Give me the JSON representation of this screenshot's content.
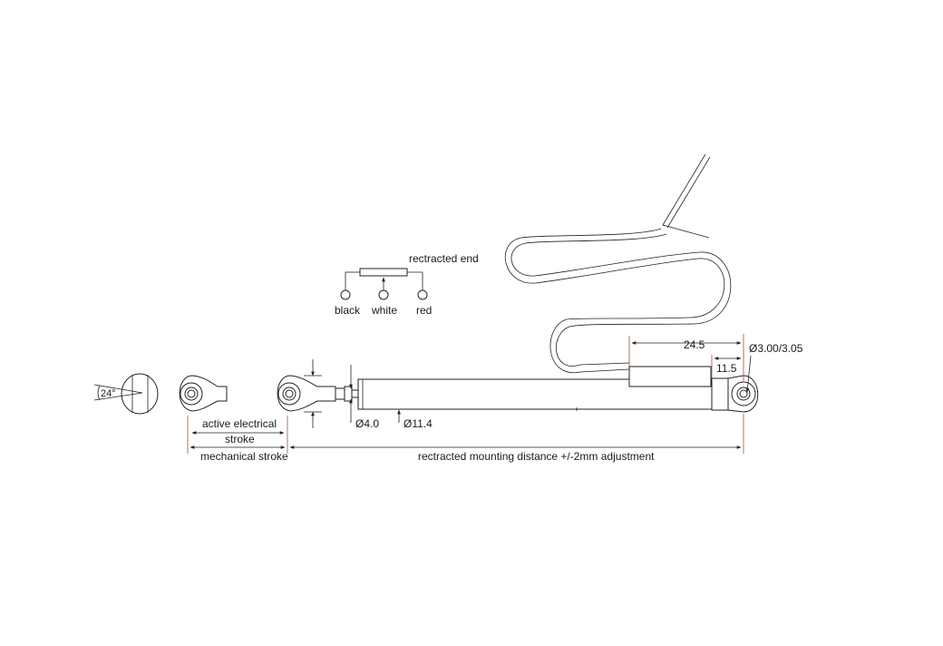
{
  "wiring": {
    "end_label": "rectracted end",
    "pins": [
      "black",
      "white",
      "red"
    ]
  },
  "dimensions": {
    "angle": "24°",
    "active_electrical_stroke_line1": "active electrical",
    "active_electrical_stroke_line2": "stroke",
    "mechanical_stroke": "mechanical stroke",
    "mounting_distance": "rectracted mounting distance +/-2mm adjustment",
    "rod_diameter": "Ø4.0",
    "body_diameter": "Ø11.4",
    "hole_diameter": "Ø3.00/3.05",
    "len_24_5": "24.5",
    "len_11_5": "11.5"
  },
  "colors": {
    "line": "#222222",
    "extension_line": "#a0522d"
  }
}
